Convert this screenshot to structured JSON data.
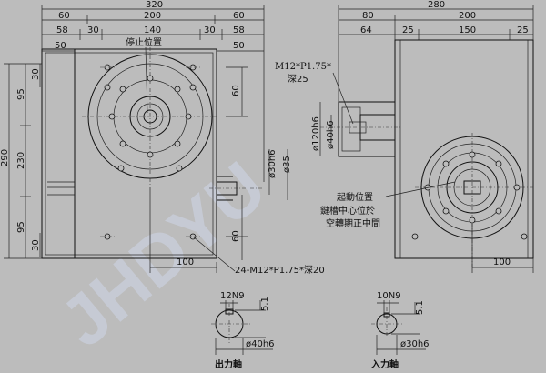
{
  "watermark": {
    "text": "JHDYU",
    "color": "#cfd6e8"
  },
  "front_view": {
    "dims_top": [
      "320",
      "60",
      "200",
      "60"
    ],
    "dims_second": [
      "58",
      "30",
      "140",
      "30",
      "58"
    ],
    "dims_third": [
      "50",
      "50"
    ],
    "dims_left": [
      "290",
      "95",
      "230",
      "95"
    ],
    "dims_inner_left": [
      "30",
      "30"
    ],
    "dims_right": [
      "60",
      "60"
    ],
    "shaft_dims": [
      "ø30h6",
      "ø35"
    ],
    "bottom_dim": "100",
    "stop_position": "停止位置",
    "bolt_note": "24-M12*P1.75*深20"
  },
  "side_view": {
    "dims_top": [
      "280",
      "80",
      "200",
      "64",
      "25",
      "150",
      "25"
    ],
    "thread_note": [
      "M12*P1.75*",
      "深25"
    ],
    "shaft_dims": [
      "ø120h6",
      "ø40h6"
    ],
    "bottom_dim": "100",
    "start_note": [
      "起動位置",
      "鍵槽中心位於",
      "空轉期正中間"
    ]
  },
  "output_shaft": {
    "key": "12N9",
    "depth": "5.1",
    "dia": "ø40h6",
    "label": "出力軸"
  },
  "input_shaft": {
    "key": "10N9",
    "depth": "5.1",
    "dia": "ø30h6",
    "label": "入力軸"
  }
}
